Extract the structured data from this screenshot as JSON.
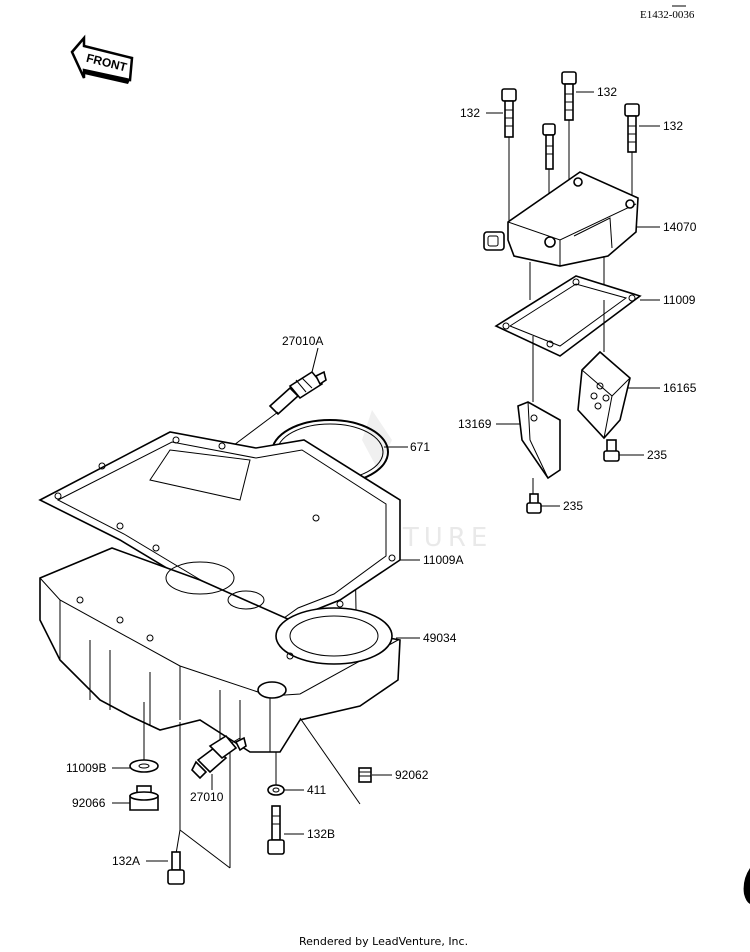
{
  "diagram": {
    "code": "E1432-0036",
    "direction_label": "FRONT",
    "watermark": "LEADVENTURE",
    "footer": "Rendered by LeadVenture, Inc.",
    "callouts": [
      {
        "id": "132-a",
        "text": "132"
      },
      {
        "id": "132-b",
        "text": "132"
      },
      {
        "id": "132-c",
        "text": "132"
      },
      {
        "id": "14070",
        "text": "14070"
      },
      {
        "id": "11009",
        "text": "11009"
      },
      {
        "id": "16165",
        "text": "16165"
      },
      {
        "id": "13169",
        "text": "13169"
      },
      {
        "id": "235-a",
        "text": "235"
      },
      {
        "id": "235-b",
        "text": "235"
      },
      {
        "id": "27010A",
        "text": "27010A"
      },
      {
        "id": "671",
        "text": "671"
      },
      {
        "id": "11009A",
        "text": "11009A"
      },
      {
        "id": "49034",
        "text": "49034"
      },
      {
        "id": "11009B",
        "text": "11009B"
      },
      {
        "id": "92066",
        "text": "92066"
      },
      {
        "id": "27010",
        "text": "27010"
      },
      {
        "id": "411",
        "text": "411"
      },
      {
        "id": "92062",
        "text": "92062"
      },
      {
        "id": "132B",
        "text": "132B"
      },
      {
        "id": "132A",
        "text": "132A"
      }
    ]
  }
}
